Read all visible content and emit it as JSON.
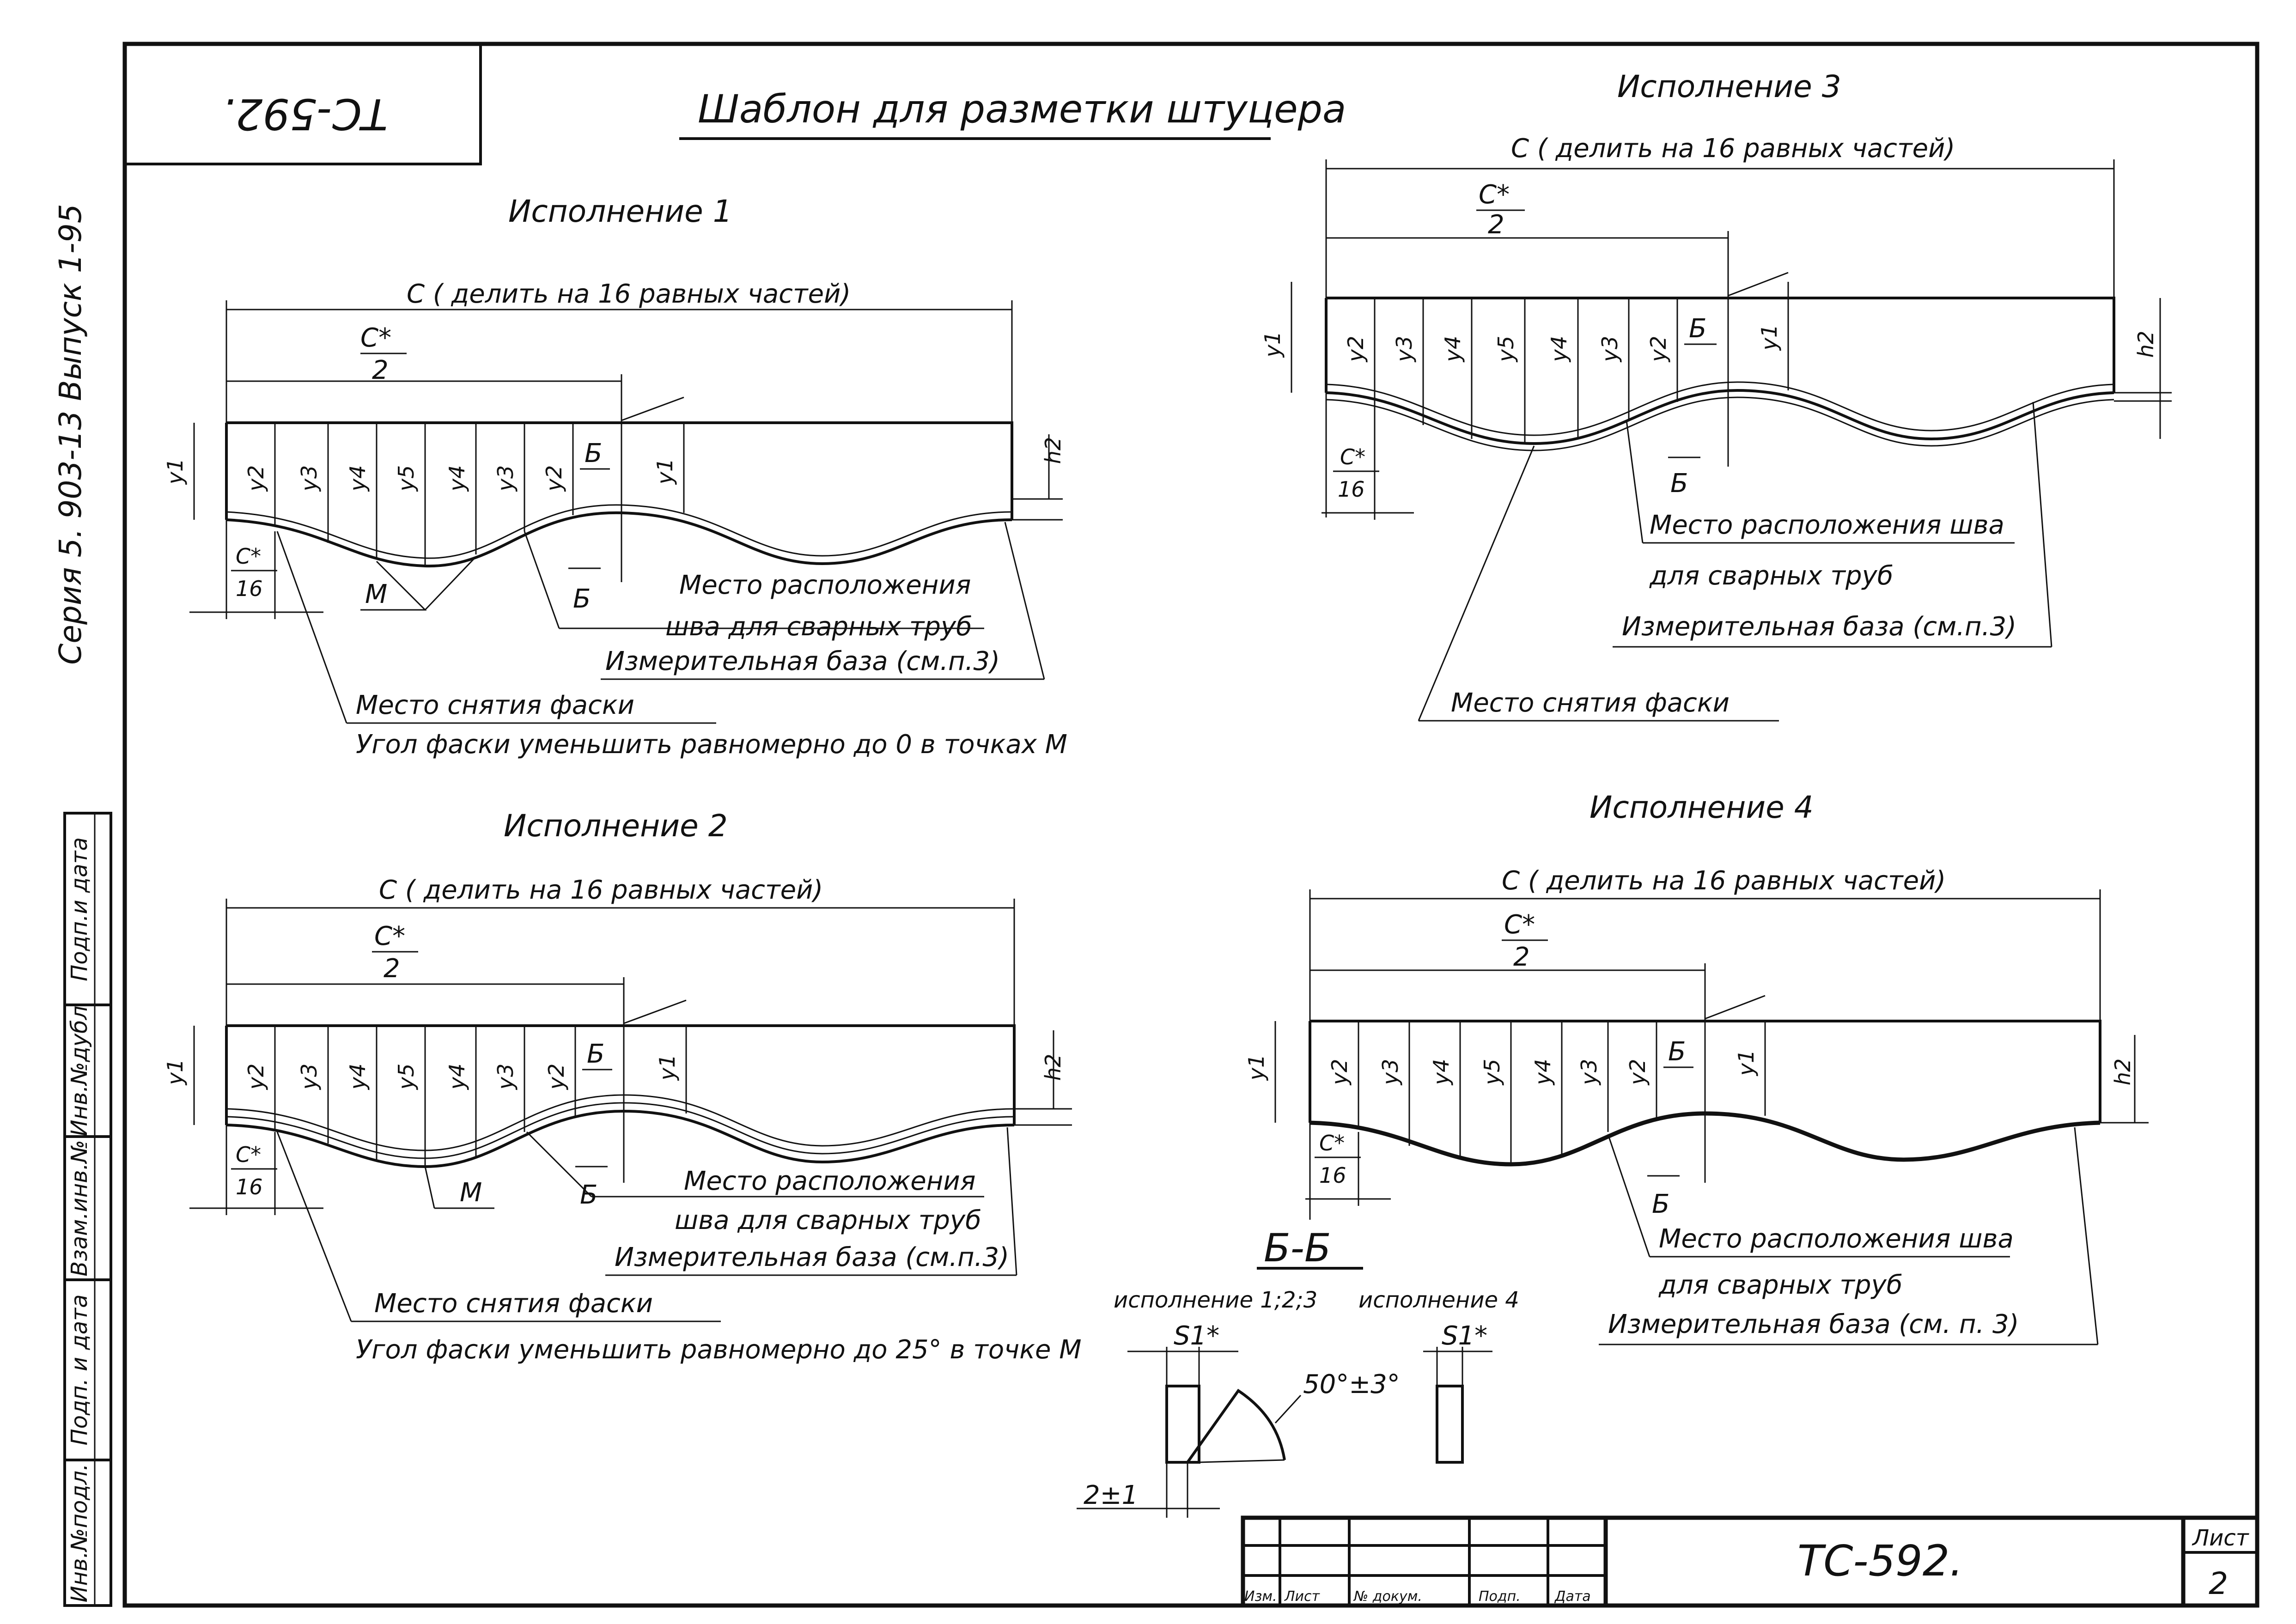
{
  "sheet": {
    "code_stamp": "ТС-592.",
    "title": "Шаблон для разметки штуцера",
    "series": "Серия 5. 903-13 Выпуск 1-95"
  },
  "side_stamp": [
    "Подп.и дата",
    "Инв.№дубл",
    "Взам.инв.№",
    "Подп. и дата",
    "Инв.№подл."
  ],
  "variants": [
    {
      "heading": "Исполнение 1",
      "dim_c": "С ( делить на 16 равных частей)",
      "half_num": "С*",
      "half_den": "2",
      "sixteenth_num": "С*",
      "sixteenth_den": "16",
      "h2": "h2",
      "y_labels": [
        "y1",
        "y2",
        "y3",
        "y4",
        "y5",
        "y4",
        "y3",
        "y2",
        "y1"
      ],
      "section_mark": "Б",
      "point_m": "М",
      "notes": [
        "Место расположения",
        "шва для сварных труб",
        "Измерительная база (см.п.3)",
        "Место снятия фаски",
        "Угол фаски уменьшить равномерно до 0 в точках М"
      ]
    },
    {
      "heading": "Исполнение 2",
      "dim_c": "С ( делить на 16 равных частей)",
      "half_num": "С*",
      "half_den": "2",
      "sixteenth_num": "С*",
      "sixteenth_den": "16",
      "h2": "h2",
      "y_labels": [
        "y1",
        "y2",
        "y3",
        "y4",
        "y5",
        "y4",
        "y3",
        "y2",
        "y1"
      ],
      "section_mark": "Б",
      "point_m": "М",
      "notes": [
        "Место расположения",
        "шва для сварных труб",
        "Измерительная база (см.п.3)",
        "Место снятия фаски",
        "Угол фаски уменьшить равномерно до 25° в точке М"
      ]
    },
    {
      "heading": "Исполнение 3",
      "dim_c": "С ( делить на 16 равных частей)",
      "half_num": "С*",
      "half_den": "2",
      "sixteenth_num": "С*",
      "sixteenth_den": "16",
      "h2": "h2",
      "y_labels": [
        "y1",
        "y2",
        "y3",
        "y4",
        "y5",
        "y4",
        "y3",
        "y2",
        "y1"
      ],
      "section_mark": "Б",
      "notes": [
        "Место расположения шва",
        "для сварных труб",
        "Измерительная база (см.п.3)",
        "Место снятия фаски"
      ]
    },
    {
      "heading": "Исполнение 4",
      "dim_c": "С ( делить на 16 равных частей)",
      "half_num": "С*",
      "half_den": "2",
      "sixteenth_num": "С*",
      "sixteenth_den": "16",
      "h2": "h2",
      "y_labels": [
        "y1",
        "y2",
        "y3",
        "y4",
        "y5",
        "y4",
        "y3",
        "y2",
        "y1"
      ],
      "section_mark": "Б",
      "notes": [
        "Место расположения шва",
        "для сварных труб",
        "Измерительная база (см. п. 3)"
      ]
    }
  ],
  "section": {
    "title": "Б-Б",
    "left_label": "исполнение 1;2;3",
    "right_label": "исполнение 4",
    "s1": "S1*",
    "angle": "50°±3°",
    "gap": "2±1"
  },
  "title_block": {
    "columns": [
      "Изм.",
      "Лист",
      "№ докум.",
      "Подп.",
      "Дата"
    ],
    "doc_code": "ТС-592.",
    "sheet_label": "Лист",
    "sheet_no": "2"
  }
}
